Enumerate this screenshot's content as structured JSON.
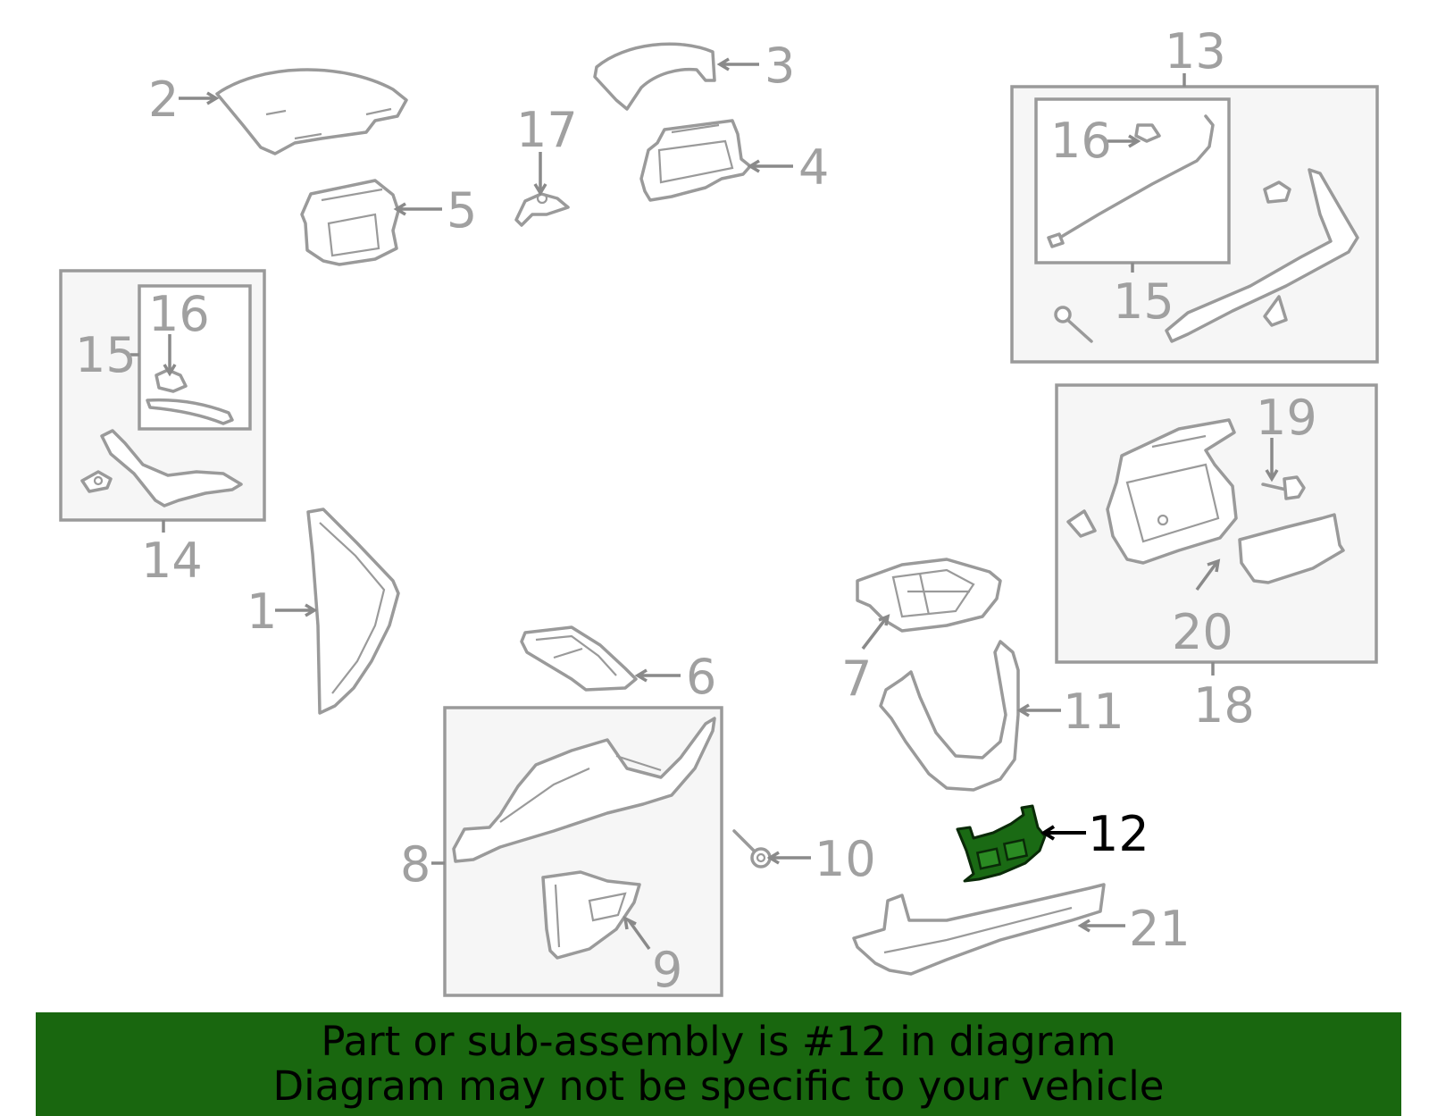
{
  "diagram": {
    "labels": {
      "n1": "1",
      "n2": "2",
      "n3": "3",
      "n4": "4",
      "n5": "5",
      "n6": "6",
      "n7": "7",
      "n8": "8",
      "n9": "9",
      "n10": "10",
      "n11": "11",
      "n12": "12",
      "n13": "13",
      "n14": "14",
      "n14_15": "15",
      "n14_16": "16",
      "n13_15": "15",
      "n13_16": "16",
      "n17": "17",
      "n18": "18",
      "n19": "19",
      "n20": "20",
      "n21": "21"
    },
    "highlighted_part": "12",
    "colors": {
      "highlight_fill": "#1a6a14",
      "banner_bg": "#19670f",
      "line_gray": "#9a9a9a",
      "box_fill": "#f6f6f6"
    }
  },
  "banner": {
    "line1": "Part or sub-assembly is #12 in diagram",
    "line2": "Diagram may not be specific to your vehicle"
  }
}
